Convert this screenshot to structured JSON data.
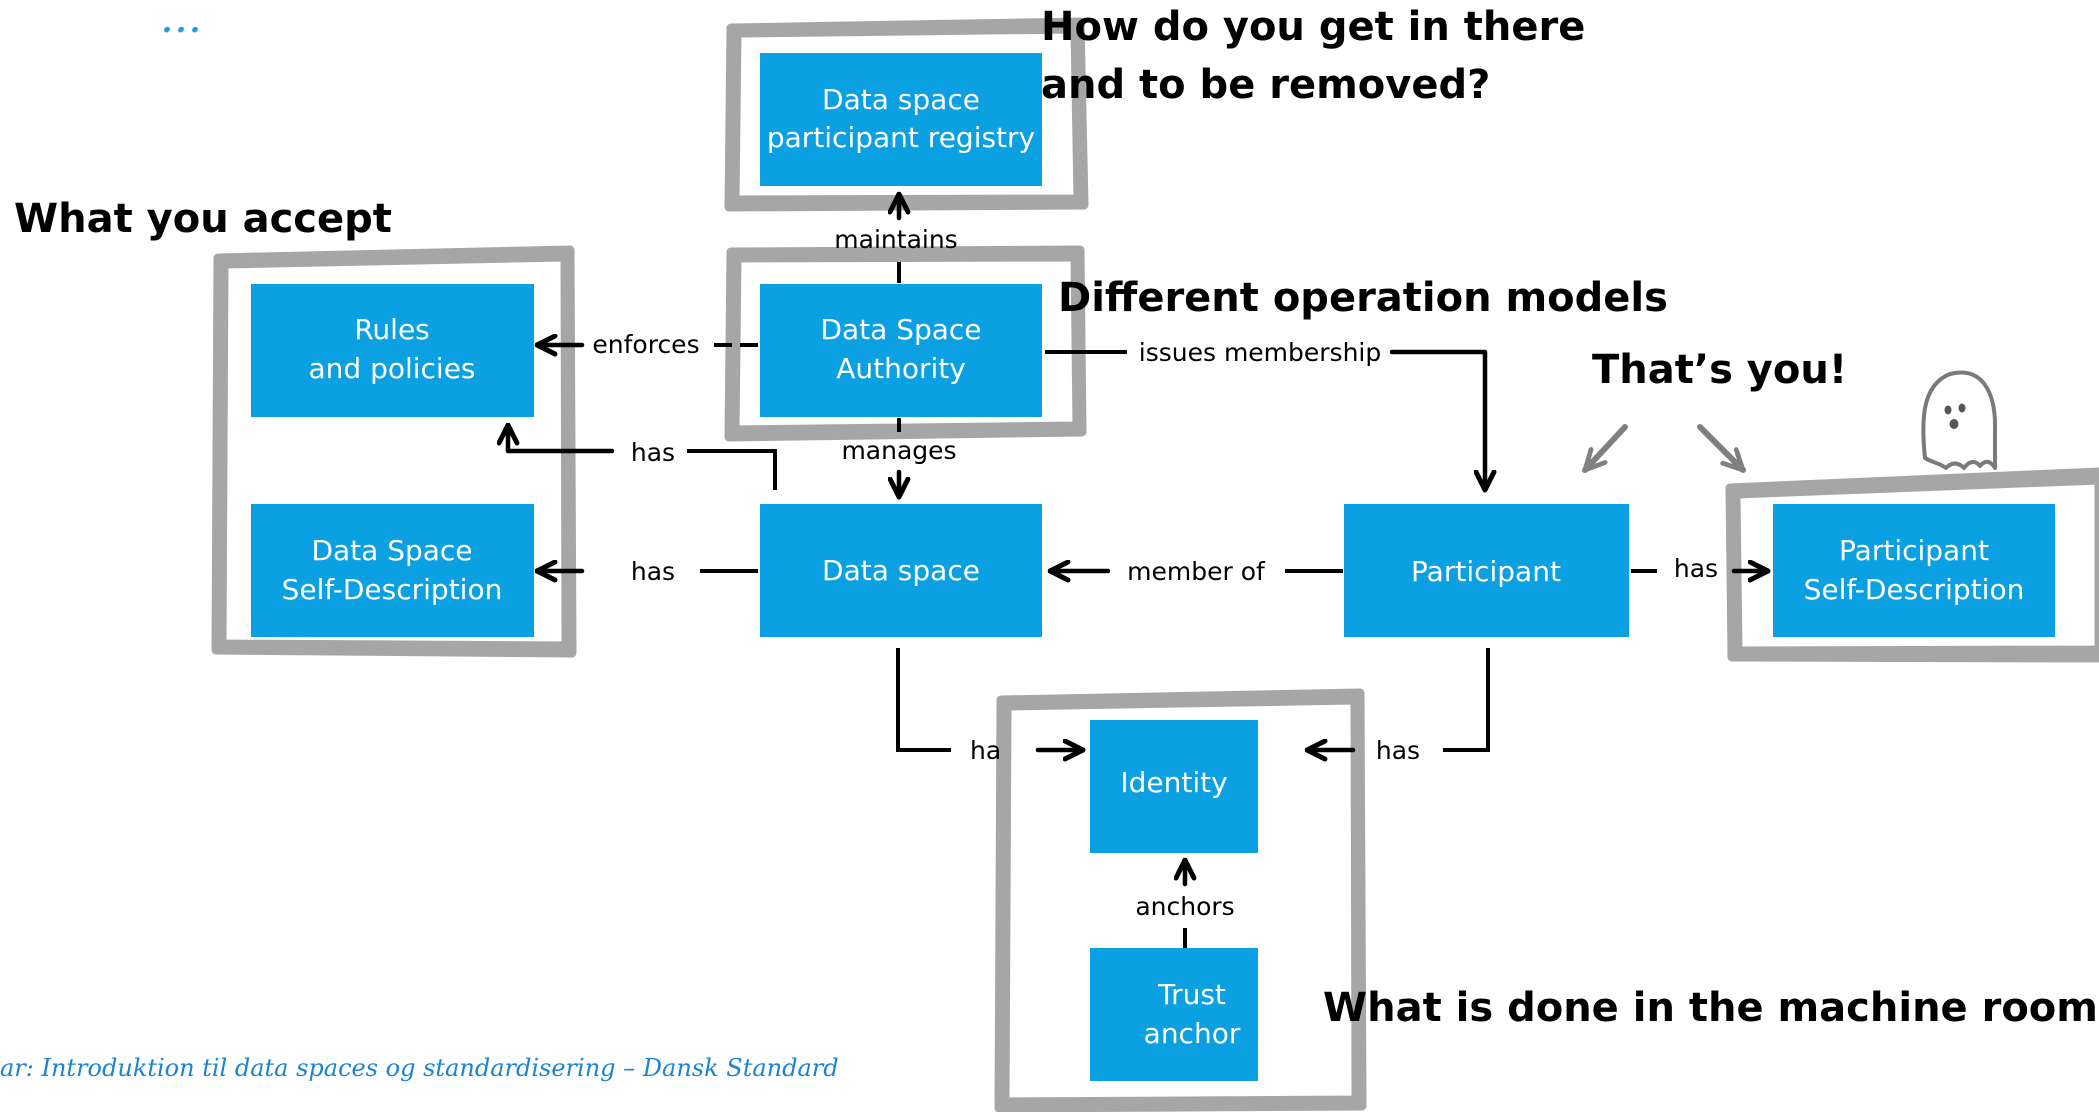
{
  "colors": {
    "box_fill": "#0aa0e1",
    "box_text": "#ffffff",
    "frame": "#a6a6a6",
    "annotation_arrow": "#808080",
    "header_text": "#1aa1e0",
    "footer_text": "#1a84d0"
  },
  "header_partial": "...",
  "footer": "ar: Introduktion til data spaces og standardisering – Dansk Standard",
  "boxes": {
    "registry": {
      "line1": "Data space",
      "line2": "participant registry"
    },
    "authority": {
      "line1": "Data Space",
      "line2": "Authority"
    },
    "rules": {
      "line1": "Rules",
      "line2": "and policies"
    },
    "ds_self_description": {
      "line1": "Data Space",
      "line2": "Self-Description"
    },
    "data_space": {
      "line1": "Data space"
    },
    "participant": {
      "line1": "Participant"
    },
    "participant_self_description": {
      "line1": "Participant",
      "line2": "Self-Description"
    },
    "identity": {
      "line1": "Identity"
    },
    "trust_anchor": {
      "line1": "Trust",
      "line2": "anchor"
    }
  },
  "edges": {
    "maintains": "maintains",
    "enforces": "enforces",
    "issues_membership": "issues membership",
    "manages": "manages",
    "has_rules": "has",
    "has_self_description": "has",
    "member_of": "member of",
    "has_participant_sd": "has",
    "has_identity_left": "ha",
    "has_identity_right": "has",
    "anchors": "anchors"
  },
  "annotations": {
    "get_in_line1": "How do you get in there",
    "get_in_line2": "and to be removed?",
    "what_you_accept": "What you accept",
    "operation_models": "Different operation models",
    "thats_you": "That’s you!",
    "machine_room": "What is done in the machine room"
  },
  "icons": {
    "ghost": "ghost-icon"
  }
}
